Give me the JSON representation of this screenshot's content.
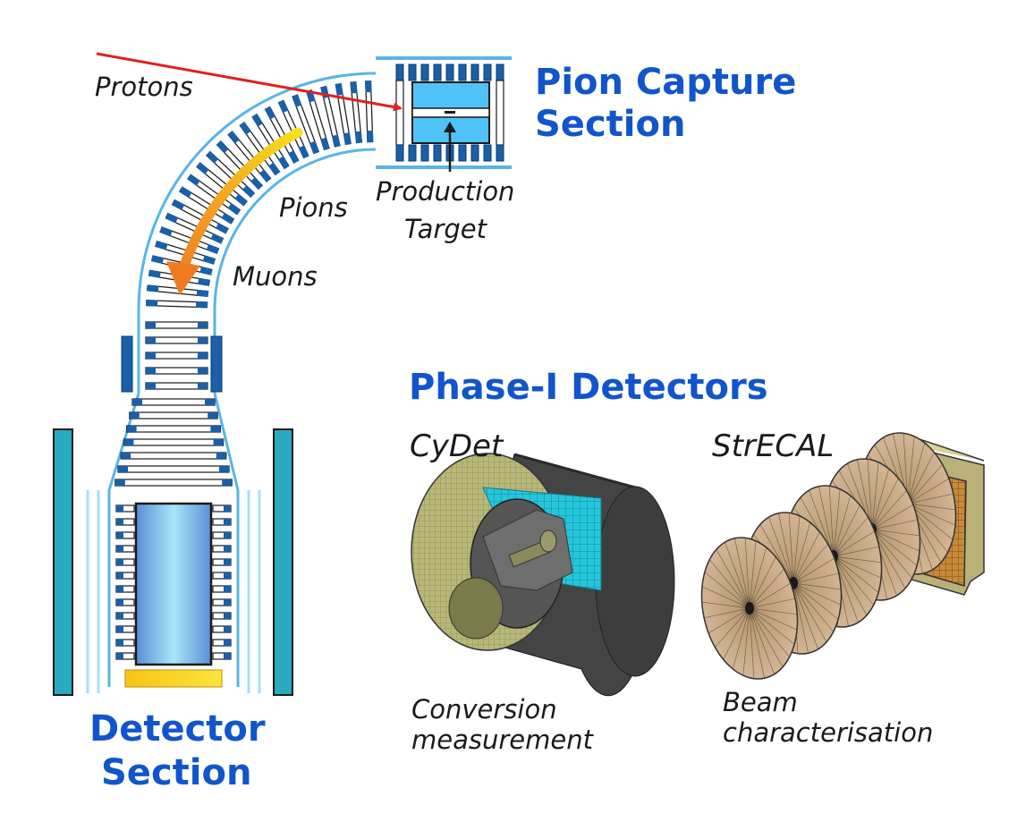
{
  "colors": {
    "title_blue": "#1155cc",
    "solenoid_line": "#5ab4e6",
    "coil_dark": "#1a5fa8",
    "proton_red": "#e02020",
    "teal_block": "#2aaabf"
  },
  "capture": {
    "title_line1": "Pion Capture",
    "title_line2": "Section"
  },
  "beam": {
    "protons": "Protons",
    "pions": "Pions",
    "muons": "Muons",
    "target_line1": "Production",
    "target_line2": "Target"
  },
  "detector_section": {
    "title_line1": "Detector",
    "title_line2": "Section"
  },
  "phase1": {
    "title": "Phase-I Detectors",
    "cydet": {
      "name": "CyDet",
      "desc_line1": "Conversion",
      "desc_line2": "measurement"
    },
    "strecal": {
      "name": "StrECAL",
      "desc_line1": "Beam",
      "desc_line2": "characterisation"
    }
  }
}
